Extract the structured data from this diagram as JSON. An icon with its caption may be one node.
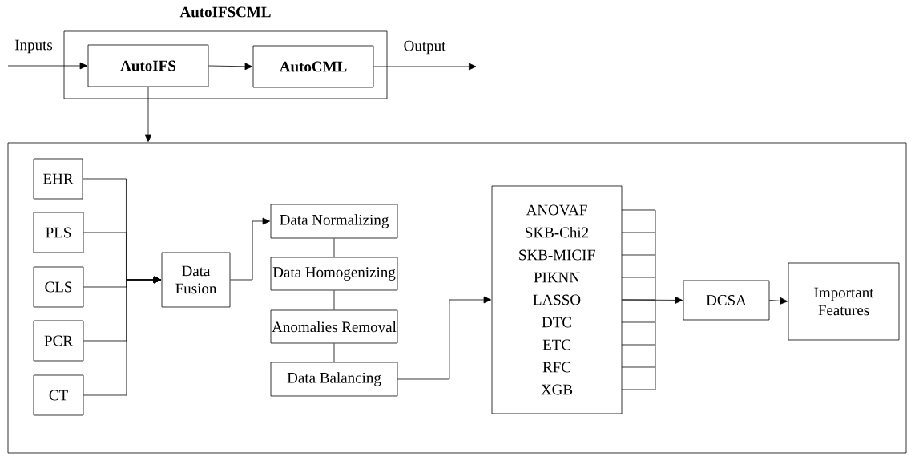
{
  "diagram": {
    "nodes": [
      {
        "text": [
          "AutoIFSCML"
        ]
      },
      {
        "text": [
          "AutoIFS"
        ],
        "in": 0
      },
      {
        "text": [
          "AutoCML"
        ],
        "in": 0
      },
      {
        "text": [],
        "shape": "box"
      },
      {
        "text": [
          "EHR"
        ],
        "in": 3
      },
      {
        "text": [
          "PLS"
        ],
        "in": 3
      },
      {
        "text": [
          "CLS"
        ],
        "in": 3
      },
      {
        "text": [
          "PCR"
        ],
        "in": 3
      },
      {
        "text": [
          "CT"
        ],
        "in": 3
      },
      {
        "text": [
          "Data Fusion"
        ],
        "in": 3
      },
      {
        "text": [
          "Data Normalizing"
        ],
        "in": 3
      },
      {
        "text": [
          "Data Homogenizing"
        ],
        "in": 3
      },
      {
        "text": [
          "Anomalies Removal"
        ],
        "in": 3
      },
      {
        "text": [
          "Data Balancing"
        ],
        "in": 3
      },
      {
        "text": [
          "ANOVAF",
          "SKB-Chi2",
          "SKB-MICIF",
          "PIKNN",
          "LASSO",
          "DTC",
          "ETC",
          "RFC",
          "XGB"
        ],
        "in": 3
      },
      {
        "text": [
          "DCSA"
        ],
        "in": 3
      },
      {
        "text": [
          "Important Features"
        ],
        "in": 3
      }
    ],
    "edges": [
      {
        "from": null,
        "to": 1,
        "arrow": "to",
        "label": "Inputs"
      },
      {
        "from": 1,
        "to": 2,
        "arrow": "to"
      },
      {
        "from": 2,
        "to": null,
        "arrow": "to",
        "label": "Output"
      },
      {
        "from": 1,
        "to": 3,
        "arrow": "to"
      },
      {
        "from": 4,
        "to": 9,
        "arrow": "to"
      },
      {
        "from": 5,
        "to": 9,
        "arrow": "to"
      },
      {
        "from": 6,
        "to": 9,
        "arrow": "to"
      },
      {
        "from": 7,
        "to": 9,
        "arrow": "to"
      },
      {
        "from": 8,
        "to": 9,
        "arrow": "to"
      },
      {
        "from": 9,
        "to": 10,
        "arrow": "to"
      },
      {
        "from": 10,
        "to": 11,
        "arrow": "none"
      },
      {
        "from": 11,
        "to": 12,
        "arrow": "none"
      },
      {
        "from": 12,
        "to": 13,
        "arrow": "none"
      },
      {
        "from": 13,
        "to": 14,
        "arrow": "to"
      },
      {
        "from": 14,
        "to": 15,
        "arrow": "to"
      },
      {
        "from": 15,
        "to": 16,
        "arrow": "to"
      }
    ]
  }
}
